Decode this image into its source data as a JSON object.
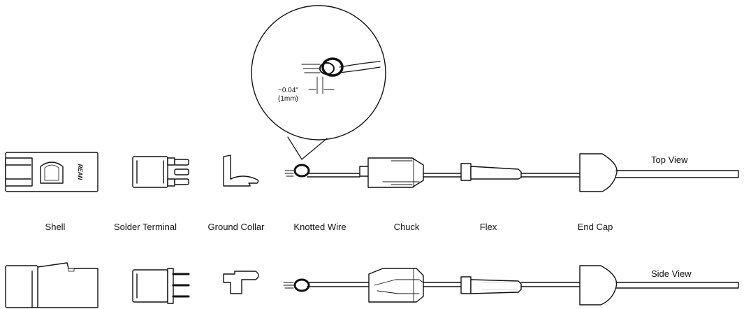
{
  "labels": {
    "shell": "Shell",
    "solder_terminal": "Solder Terminal",
    "ground_collar": "Ground Collar",
    "knotted_wire": "Knotted Wire",
    "chuck": "Chuck",
    "flex": "Flex",
    "end_cap": "End Cap"
  },
  "views": {
    "top": "Top View",
    "side": "Side View"
  },
  "detail": {
    "dimension_in": "~0.04\"",
    "dimension_mm": "(1mm)"
  },
  "logo_text": "REAN",
  "colors": {
    "stroke": "#111111",
    "fill": "#ffffff",
    "shade": "#cfcfcf"
  }
}
